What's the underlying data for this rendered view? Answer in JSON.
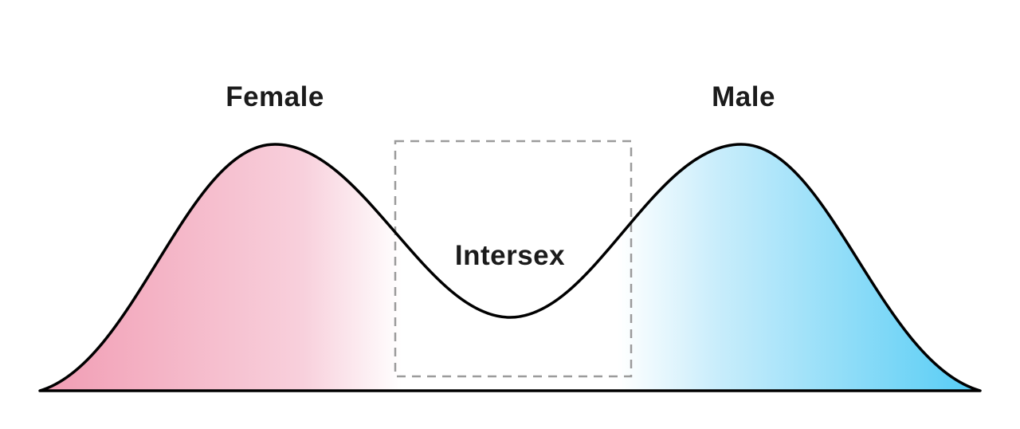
{
  "diagram": {
    "labels": {
      "left_peak": "Female",
      "right_peak": "Male",
      "valley": "Intersex"
    },
    "colors": {
      "pink_edge": "#F19CB3",
      "pink_fade": "#F8D0DC",
      "white": "#FFFFFF",
      "blue_fade": "#C9EDFB",
      "blue_edge": "#54CCF5",
      "curve_stroke": "#000000",
      "dashed_box": "#9B9B9B",
      "label_text": "#1B1B1B"
    }
  }
}
